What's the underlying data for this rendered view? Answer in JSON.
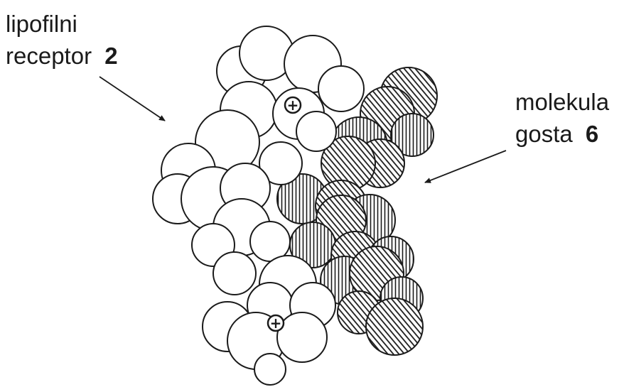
{
  "labels": {
    "receptor": {
      "line1": "lipofilni",
      "line2_text": "receptor",
      "line2_number": "2"
    },
    "guest": {
      "line1": "molekula",
      "line2_text": "gosta",
      "line2_number": "6"
    }
  },
  "charges": [
    "+",
    "+"
  ],
  "colors": {
    "ink": "#1a1a1a",
    "background": "#ffffff"
  }
}
